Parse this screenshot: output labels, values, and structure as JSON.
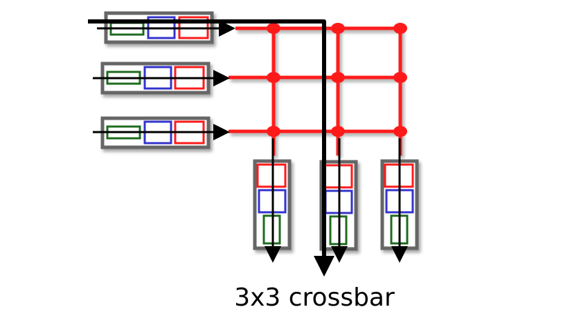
{
  "diagram": {
    "title": "3x3 crossbar",
    "colors": {
      "crossbar": "#ff1a1a",
      "buffer_frame": "#666666",
      "slot_green": "#1e6b1e",
      "slot_blue": "#3333cc",
      "slot_red": "#ff1a1a",
      "path": "#000000"
    },
    "input_ports": [
      {
        "id": "input-1",
        "slots": [
          "green",
          "blue",
          "red"
        ]
      },
      {
        "id": "input-2",
        "slots": [
          "green",
          "blue",
          "red"
        ]
      },
      {
        "id": "input-3",
        "slots": [
          "green",
          "blue",
          "red"
        ]
      }
    ],
    "output_ports": [
      {
        "id": "output-1",
        "slots": [
          "red",
          "blue",
          "green"
        ]
      },
      {
        "id": "output-2",
        "slots": [
          "red",
          "blue",
          "green"
        ]
      },
      {
        "id": "output-3",
        "slots": [
          "red",
          "blue",
          "green"
        ]
      }
    ],
    "crosspoints": 9
  }
}
